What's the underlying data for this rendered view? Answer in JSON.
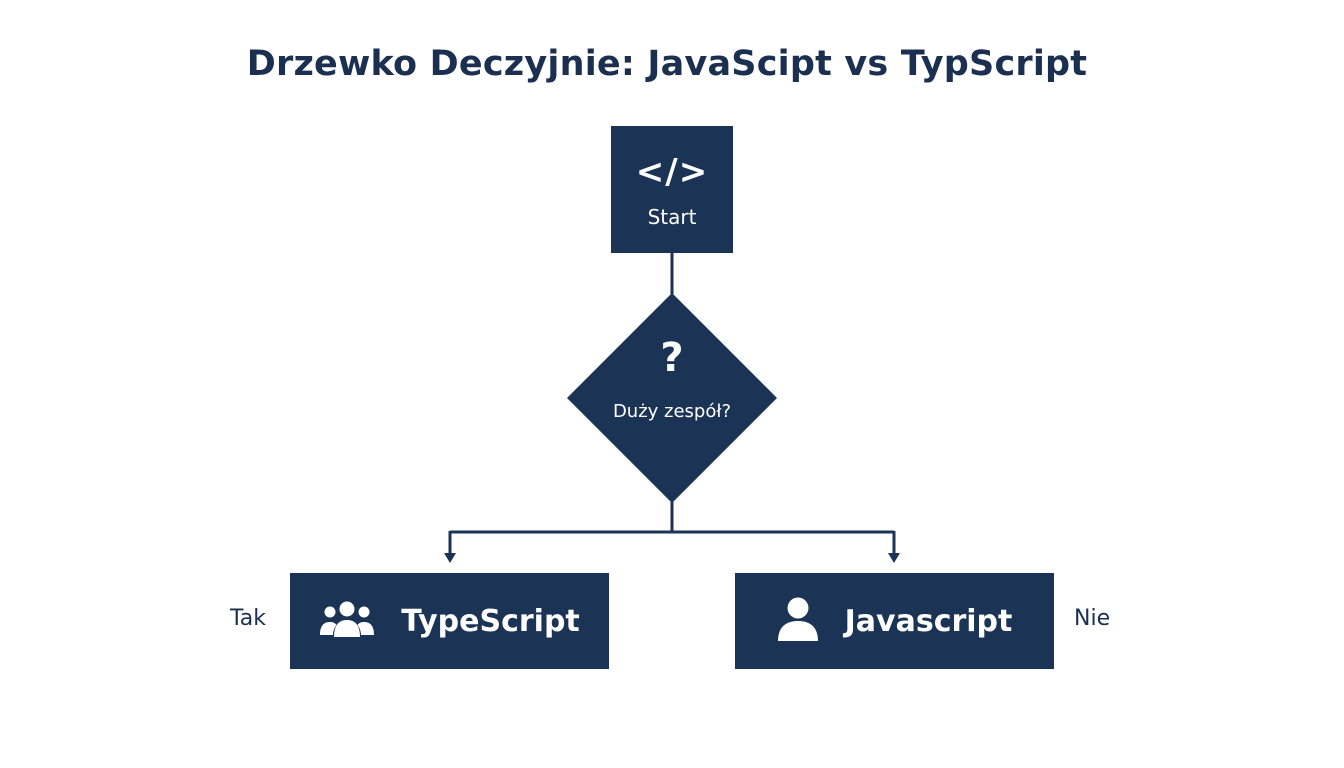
{
  "title": "Drzewko Deczyjnie: JavaScipt vs TypScript",
  "colors": {
    "node_fill": "#1b3354",
    "line": "#1b3354",
    "title_text": "#1b2f50",
    "node_text": "#ffffff"
  },
  "start": {
    "icon": "code-icon",
    "icon_glyph": "</>",
    "label": "Start"
  },
  "decision": {
    "icon": "question-icon",
    "icon_glyph": "?",
    "label": "Duży zespół?"
  },
  "branches": {
    "yes": {
      "edge_label": "Tak",
      "icon": "team-icon",
      "label": "TypeScript"
    },
    "no": {
      "edge_label": "Nie",
      "icon": "user-icon",
      "label": "Javascript"
    }
  }
}
